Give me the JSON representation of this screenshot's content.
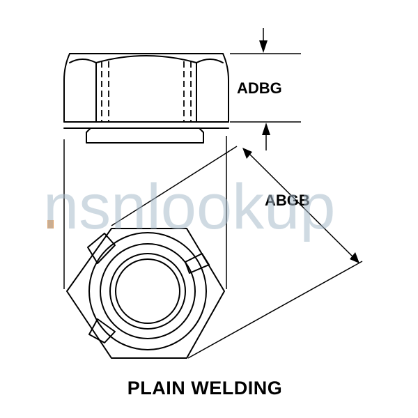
{
  "diagram": {
    "dimension_labels": {
      "height": "ADBG",
      "across_corners": "ABGB"
    },
    "caption": "PLAIN WELDING",
    "watermark": {
      "text": "nsnlookup",
      "dot_color": "#f39c4a",
      "text_color": "#a9bccc"
    }
  }
}
